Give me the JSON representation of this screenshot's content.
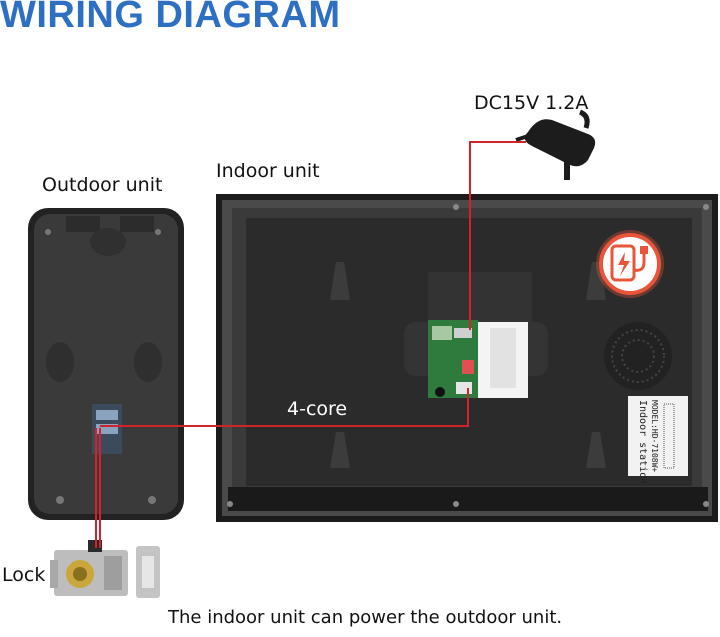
{
  "title": "WIRING DIAGRAM",
  "labels": {
    "outdoor_unit": "Outdoor unit",
    "indoor_unit": "Indoor unit",
    "power_supply": "DC15V 1.2A",
    "cable": "4-core",
    "lock": "Lock"
  },
  "caption": "The indoor unit can power the outdoor unit.",
  "sticker_lines": [
    "Indoor station",
    "MODEL:HD-7108W+"
  ],
  "colors": {
    "title": "#2d6fc2",
    "wire": "#d2232a",
    "device_body": "#2a2a2a",
    "badge": "#e8553a"
  },
  "icons": [
    "power-adapter-icon",
    "charging-badge-icon",
    "door-lock-icon"
  ]
}
